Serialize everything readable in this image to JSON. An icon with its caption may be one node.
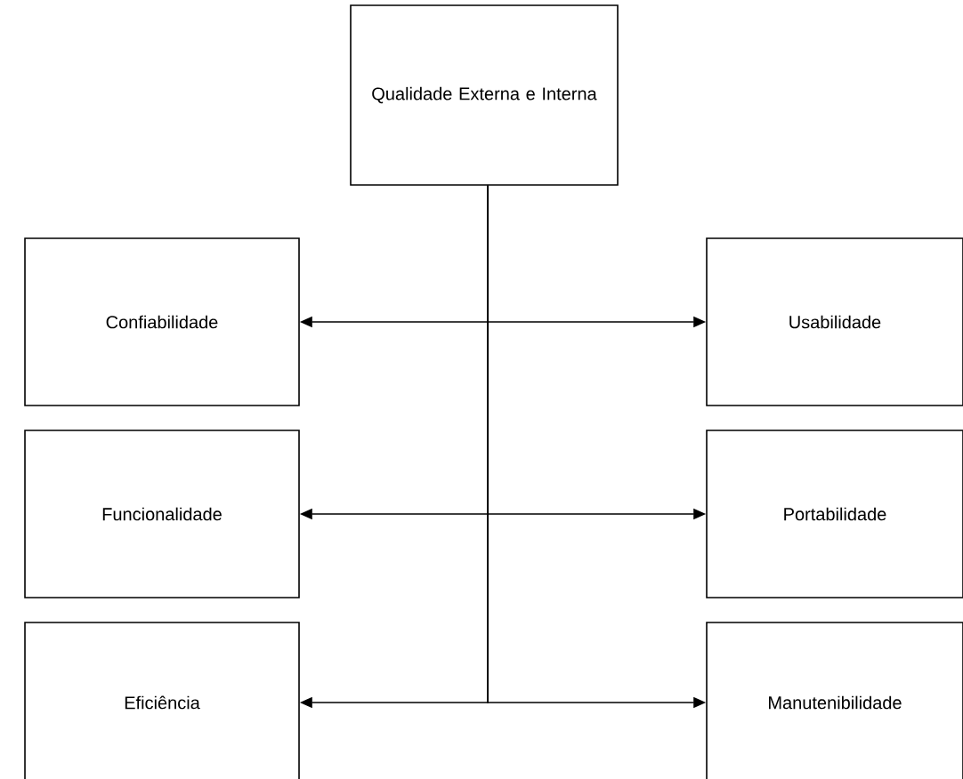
{
  "diagram": {
    "nodes": [
      {
        "text": [
          "Qualidade Externa e Interna"
        ]
      },
      {
        "text": [
          "Confiabilidade"
        ]
      },
      {
        "text": [
          "Usabilidade"
        ]
      },
      {
        "text": [
          "Funcionalidade"
        ]
      },
      {
        "text": [
          "Portabilidade"
        ]
      },
      {
        "text": [
          "Eficiência"
        ]
      },
      {
        "text": [
          "Manutenibilidade"
        ]
      }
    ],
    "edges": [
      {
        "from": 0,
        "to": 1,
        "arrow": "to"
      },
      {
        "from": 0,
        "to": 2,
        "arrow": "to"
      },
      {
        "from": 0,
        "to": 3,
        "arrow": "to"
      },
      {
        "from": 0,
        "to": 4,
        "arrow": "to"
      },
      {
        "from": 0,
        "to": 5,
        "arrow": "to"
      },
      {
        "from": 0,
        "to": 6,
        "arrow": "to"
      }
    ]
  }
}
